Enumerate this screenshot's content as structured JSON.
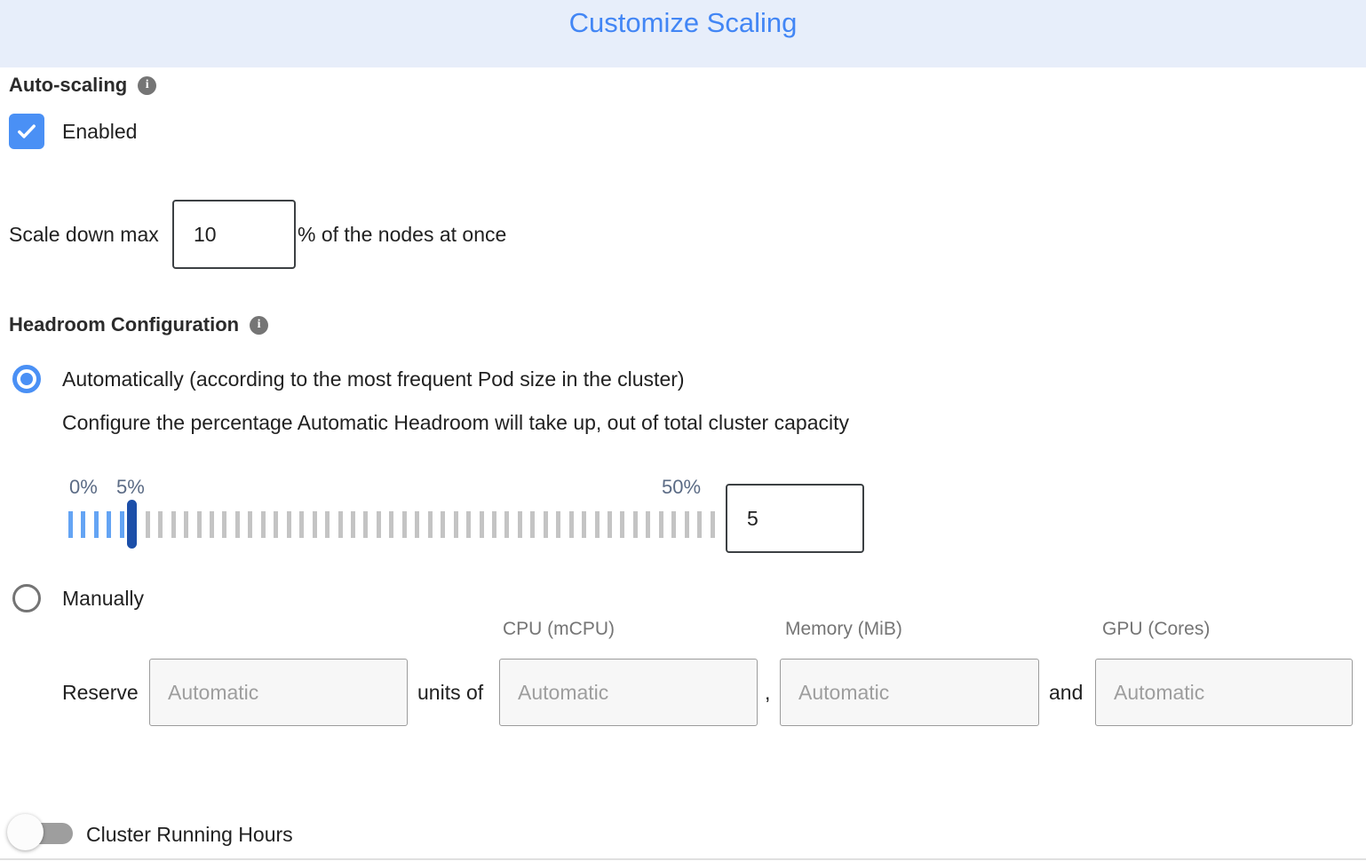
{
  "header": {
    "title": "Customize Scaling"
  },
  "auto_scaling": {
    "section_label": "Auto-scaling",
    "enabled_label": "Enabled",
    "enabled_checked": true
  },
  "scale_down": {
    "label": "Scale down max",
    "value": "10",
    "suffix": "% of the nodes at once"
  },
  "headroom": {
    "section_label": "Headroom Configuration",
    "automatic_label": "Automatically (according to the most frequent Pod size in the cluster)",
    "automatic_description": "Configure the percentage Automatic Headroom will take up, out of total cluster capacity",
    "automatic_selected": true,
    "manual_label": "Manually",
    "manual_selected": false,
    "slider": {
      "min_label": "0%",
      "handle_label": "5%",
      "max_label": "50%",
      "value": "5",
      "tick_count": 51,
      "blue_tick_count": 6,
      "handle_index": 5
    }
  },
  "manual_reserve": {
    "reserve_label": "Reserve",
    "units_of_label": "units of",
    "separator_comma": ",",
    "separator_and": "and",
    "placeholder": "Automatic",
    "column_headers": [
      "CPU (mCPU)",
      "Memory (MiB)",
      "GPU (Cores)"
    ]
  },
  "cluster_running_hours": {
    "label": "Cluster Running Hours",
    "enabled": false
  },
  "colors": {
    "header_bg": "#e7eefa",
    "title": "#4286f5",
    "accent": "#4a90f5",
    "handle": "#1c4fa9",
    "tick_blue": "#64a4f4",
    "tick_gray": "#c4c4c4",
    "slider_label": "#5b6b85"
  }
}
